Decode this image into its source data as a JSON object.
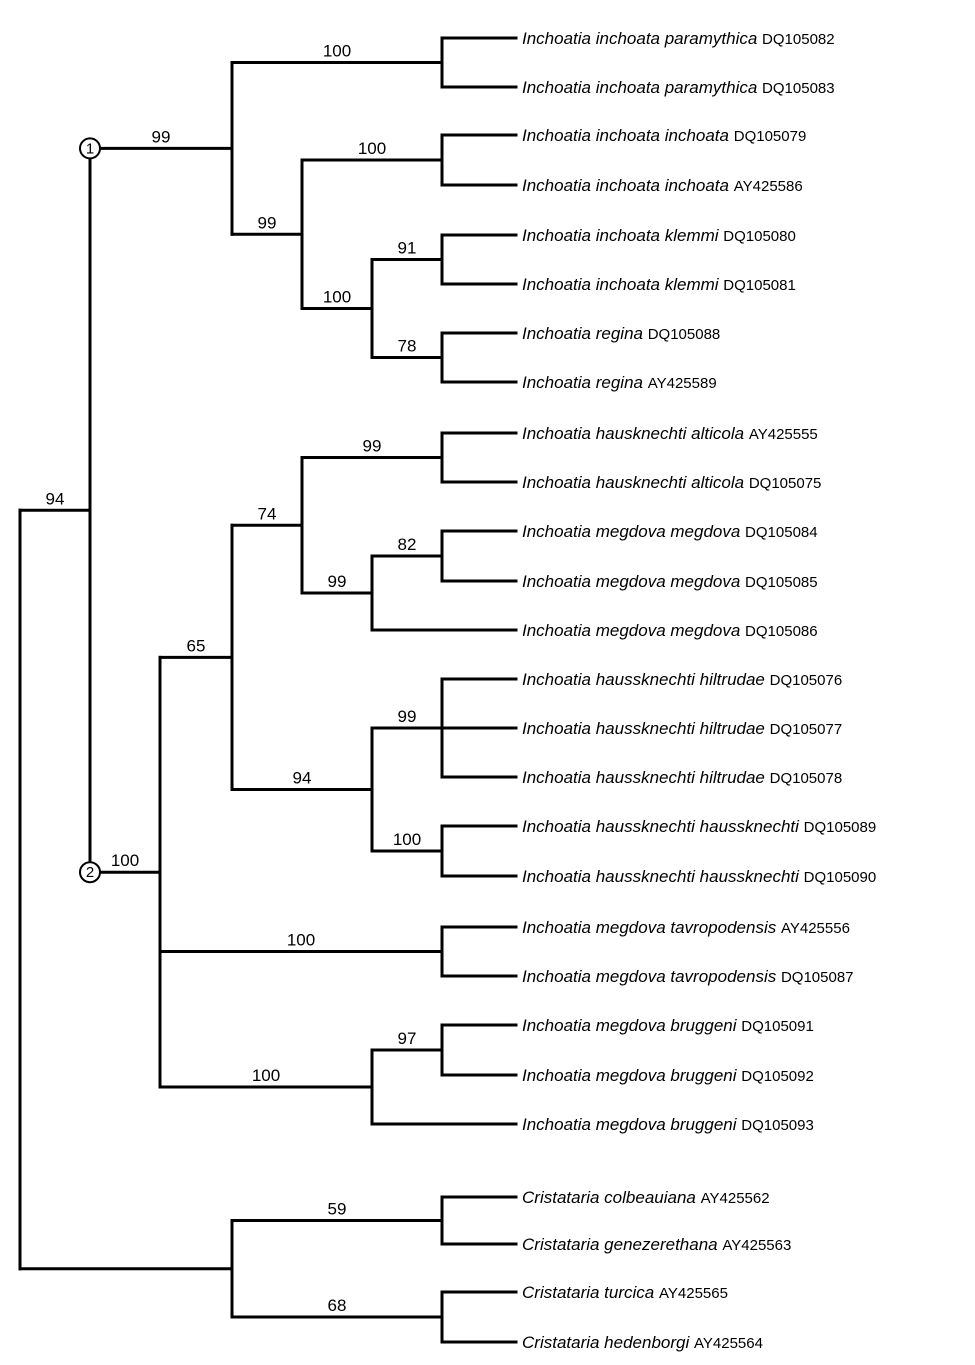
{
  "figure": {
    "type": "phylogenetic-tree",
    "line_color": "#000000",
    "background": "#ffffff"
  },
  "taxa": [
    {
      "id": "t1",
      "species": "Inchoatia inchoata paramythica",
      "accession": "DQ105082"
    },
    {
      "id": "t2",
      "species": "Inchoatia inchoata paramythica",
      "accession": "DQ105083"
    },
    {
      "id": "t3",
      "species": "Inchoatia inchoata inchoata",
      "accession": "DQ105079"
    },
    {
      "id": "t4",
      "species": "Inchoatia inchoata inchoata",
      "accession": "AY425586"
    },
    {
      "id": "t5",
      "species": "Inchoatia inchoata klemmi",
      "accession": "DQ105080"
    },
    {
      "id": "t6",
      "species": "Inchoatia inchoata klemmi",
      "accession": "DQ105081"
    },
    {
      "id": "t7",
      "species": "Inchoatia regina",
      "accession": "DQ105088"
    },
    {
      "id": "t8",
      "species": "Inchoatia regina",
      "accession": "AY425589"
    },
    {
      "id": "t9",
      "species": "Inchoatia hausknechti alticola",
      "accession": "AY425555"
    },
    {
      "id": "t10",
      "species": "Inchoatia hausknechti alticola",
      "accession": "DQ105075"
    },
    {
      "id": "t11",
      "species": "Inchoatia megdova megdova",
      "accession": "DQ105084"
    },
    {
      "id": "t12",
      "species": "Inchoatia megdova megdova",
      "accession": "DQ105085"
    },
    {
      "id": "t13",
      "species": "Inchoatia megdova megdova",
      "accession": "DQ105086"
    },
    {
      "id": "t14",
      "species": "Inchoatia haussknechti hiltrudae",
      "accession": "DQ105076"
    },
    {
      "id": "t15",
      "species": "Inchoatia haussknechti hiltrudae",
      "accession": "DQ105077"
    },
    {
      "id": "t16",
      "species": "Inchoatia haussknechti hiltrudae",
      "accession": "DQ105078"
    },
    {
      "id": "t17",
      "species": "Inchoatia haussknechti haussknechti",
      "accession": "DQ105089"
    },
    {
      "id": "t18",
      "species": "Inchoatia haussknechti haussknechti",
      "accession": "DQ105090"
    },
    {
      "id": "t19",
      "species": "Inchoatia megdova tavropodensis",
      "accession": "AY425556"
    },
    {
      "id": "t20",
      "species": "Inchoatia megdova tavropodensis",
      "accession": "DQ105087"
    },
    {
      "id": "t21",
      "species": "Inchoatia megdova bruggeni",
      "accession": "DQ105091"
    },
    {
      "id": "t22",
      "species": "Inchoatia megdova bruggeni",
      "accession": "DQ105092"
    },
    {
      "id": "t23",
      "species": "Inchoatia megdova bruggeni",
      "accession": "DQ105093"
    },
    {
      "id": "t24",
      "species": "Cristataria colbeauiana",
      "accession": "AY425562"
    },
    {
      "id": "t25",
      "species": "Cristataria genezerethana",
      "accession": "AY425563"
    },
    {
      "id": "t26",
      "species": "Cristataria turcica",
      "accession": "AY425565"
    },
    {
      "id": "t27",
      "species": "Cristataria hedenborgi",
      "accession": "AY425564"
    }
  ],
  "tree": {
    "children": [
      {
        "support": "94",
        "children": [
          {
            "support": "99",
            "marker": "1",
            "children": [
              {
                "support": "100",
                "children": [
                  {
                    "tip": "t1"
                  },
                  {
                    "tip": "t2"
                  }
                ]
              },
              {
                "support": "99",
                "children": [
                  {
                    "support": "100",
                    "children": [
                      {
                        "tip": "t3"
                      },
                      {
                        "tip": "t4"
                      }
                    ]
                  },
                  {
                    "support": "100",
                    "children": [
                      {
                        "support": "91",
                        "children": [
                          {
                            "tip": "t5"
                          },
                          {
                            "tip": "t6"
                          }
                        ]
                      },
                      {
                        "support": "78",
                        "children": [
                          {
                            "tip": "t7"
                          },
                          {
                            "tip": "t8"
                          }
                        ]
                      }
                    ]
                  }
                ]
              }
            ]
          },
          {
            "support": "100",
            "marker": "2",
            "children": [
              {
                "support": "65",
                "children": [
                  {
                    "support": "74",
                    "children": [
                      {
                        "support": "99",
                        "children": [
                          {
                            "tip": "t9"
                          },
                          {
                            "tip": "t10"
                          }
                        ]
                      },
                      {
                        "support": "99",
                        "children": [
                          {
                            "support": "82",
                            "children": [
                              {
                                "tip": "t11"
                              },
                              {
                                "tip": "t12"
                              }
                            ]
                          },
                          {
                            "tip": "t13"
                          }
                        ]
                      }
                    ]
                  },
                  {
                    "support": "94",
                    "children": [
                      {
                        "support": "99",
                        "children": [
                          {
                            "tip": "t14"
                          },
                          {
                            "tip": "t15"
                          },
                          {
                            "tip": "t16"
                          }
                        ]
                      },
                      {
                        "support": "100",
                        "children": [
                          {
                            "tip": "t17"
                          },
                          {
                            "tip": "t18"
                          }
                        ]
                      }
                    ]
                  }
                ]
              },
              {
                "support": "100",
                "children": [
                  {
                    "tip": "t19"
                  },
                  {
                    "tip": "t20"
                  }
                ]
              },
              {
                "support": "100",
                "children": [
                  {
                    "support": "97",
                    "children": [
                      {
                        "tip": "t21"
                      },
                      {
                        "tip": "t22"
                      }
                    ]
                  },
                  {
                    "tip": "t23"
                  }
                ]
              }
            ]
          }
        ]
      },
      {
        "children": [
          {
            "support": "59",
            "children": [
              {
                "tip": "t24"
              },
              {
                "tip": "t25"
              }
            ]
          },
          {
            "support": "68",
            "children": [
              {
                "tip": "t26"
              },
              {
                "tip": "t27"
              }
            ]
          }
        ]
      }
    ]
  }
}
